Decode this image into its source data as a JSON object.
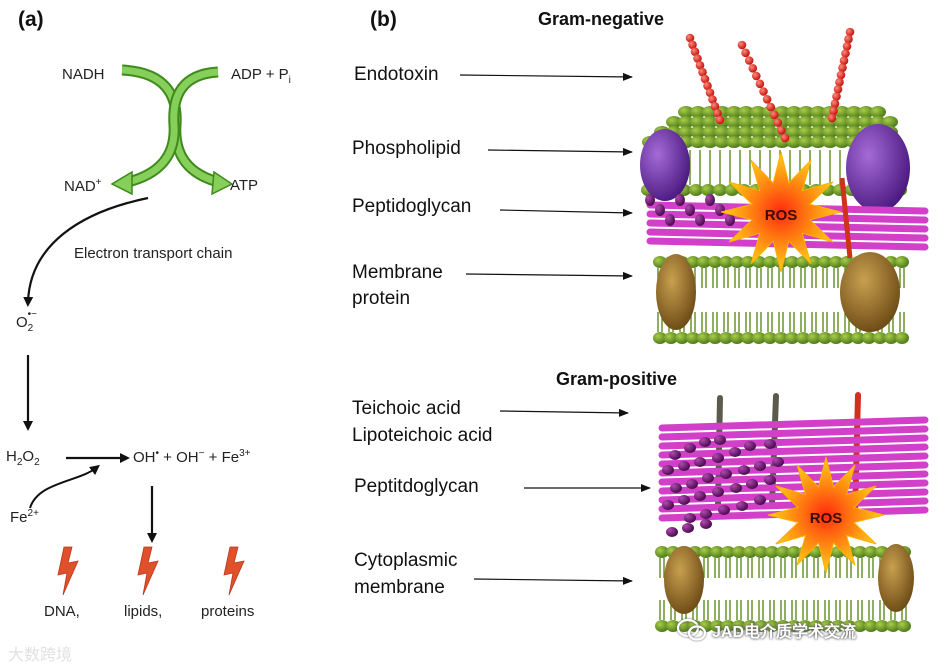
{
  "panel_a": {
    "label": "(a)",
    "nadh": "NADH",
    "adp_main": "ADP + P",
    "adp_sub": "i",
    "nad": "NAD",
    "nad_sup": "+",
    "atp": "ATP",
    "etc": "Electron transport chain",
    "superoxide_main": "O",
    "superoxide_sub": "2",
    "superoxide_sup": "•−",
    "h2o2": [
      "H",
      "2",
      "O",
      "2"
    ],
    "products_main": "OH",
    "products_sup1": "•",
    "products_mid": " + OH",
    "products_sup2": "−",
    "products_fe": " + Fe",
    "products_sup3": "3+",
    "fe2_main": "Fe",
    "fe2_sup": "2+",
    "targets": [
      "DNA,",
      "lipids,",
      "proteins"
    ]
  },
  "panel_b": {
    "label": "(b)",
    "gram_negative": {
      "heading": "Gram-negative",
      "labels": [
        "Endotoxin",
        "Phospholipid",
        "Peptidoglycan",
        "Membrane",
        "protein"
      ],
      "ros": "ROS"
    },
    "gram_positive": {
      "heading": "Gram-positive",
      "labels": [
        "Teichoic acid",
        "Lipoteichoic acid",
        "Peptitdoglycan",
        "Cytoplasmic",
        "membrane"
      ],
      "ros": "ROS"
    }
  },
  "watermarks": {
    "left": "大数跨境",
    "right": "JAD电介质学术交流"
  },
  "colors": {
    "green_arrow": "#6dbb3c",
    "membrane_green": "#4f7d1a",
    "lipid_head": "#6e9a22",
    "endotoxin_red": "#e0211c",
    "purple_protein": "#6a2fa0",
    "peptidoglycan_magenta": "#d23fc8",
    "teichoic_dark": "#6a1a6a",
    "brown_protein": "#8a6320",
    "ros_orange": "#ff7a10",
    "ros_yellow": "#ffd21a",
    "lightning": "#e0502a"
  }
}
